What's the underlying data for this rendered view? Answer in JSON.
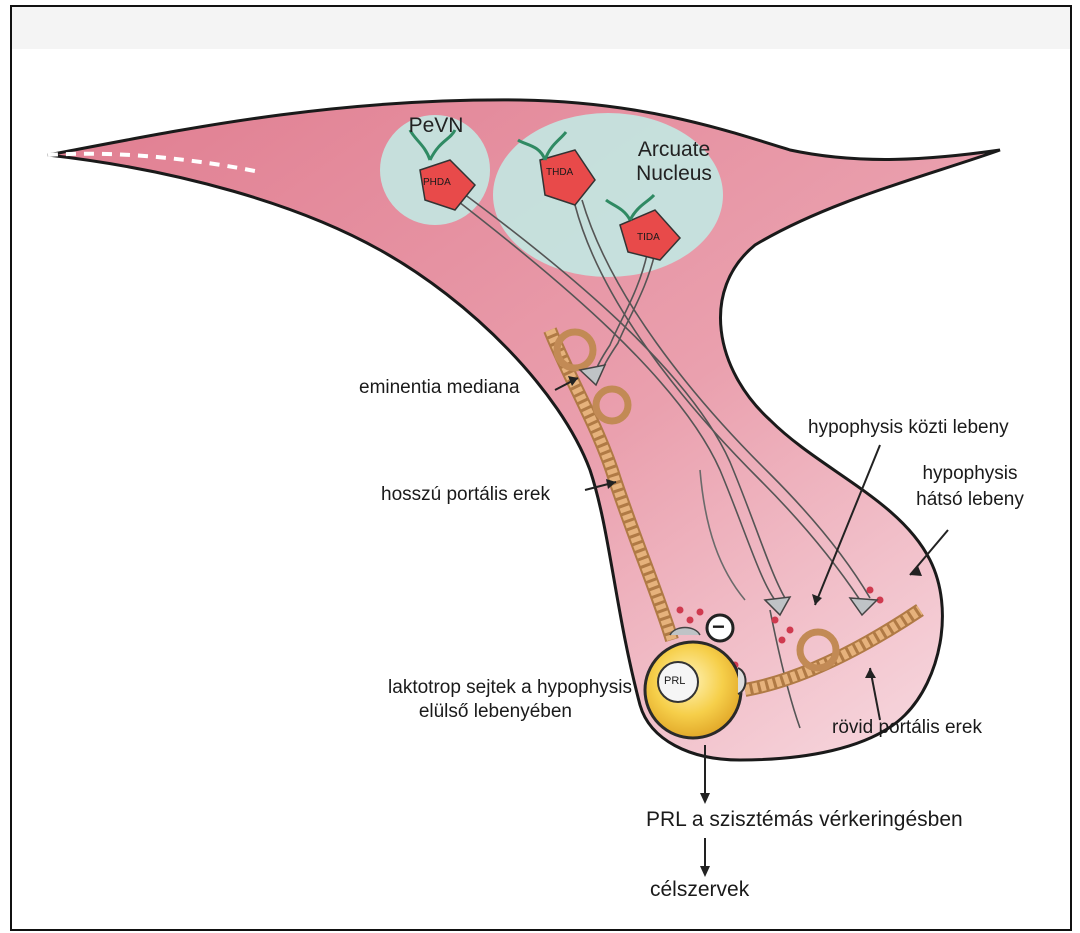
{
  "labels": {
    "pevn": "PeVN",
    "arcuate_line1": "Arcuate",
    "arcuate_line2": "Nucleus",
    "neuron_phda": "PHDA",
    "neuron_thda": "THDA",
    "neuron_tida": "TIDA",
    "eminentia": "eminentia mediana",
    "hosszu": "hosszú portális erek",
    "kozti": "hypophysis közti lebeny",
    "hatso_line1": "hypophysis",
    "hatso_line2": "hátsó lebeny",
    "laktotrop_line1": "laktotrop sejtek a hypophysis",
    "laktotrop_line2": "elülső lebenyében",
    "rovid": "rövid portális erek",
    "prl_cell": "PRL",
    "prl_circulation": "PRL a szisztémás vérkeringésben",
    "celszervek": "célszervek",
    "inhibition_sign": "−"
  },
  "colors": {
    "tissue": "#e4899a",
    "tissue_light": "#f6d2da",
    "nucleus": "#bfe0dc",
    "neuron": "#e84a4a",
    "dendrite": "#2f8a63",
    "vessel": "#d9a06a",
    "cell": "#f3c542",
    "dots": "#cf3a4f"
  }
}
